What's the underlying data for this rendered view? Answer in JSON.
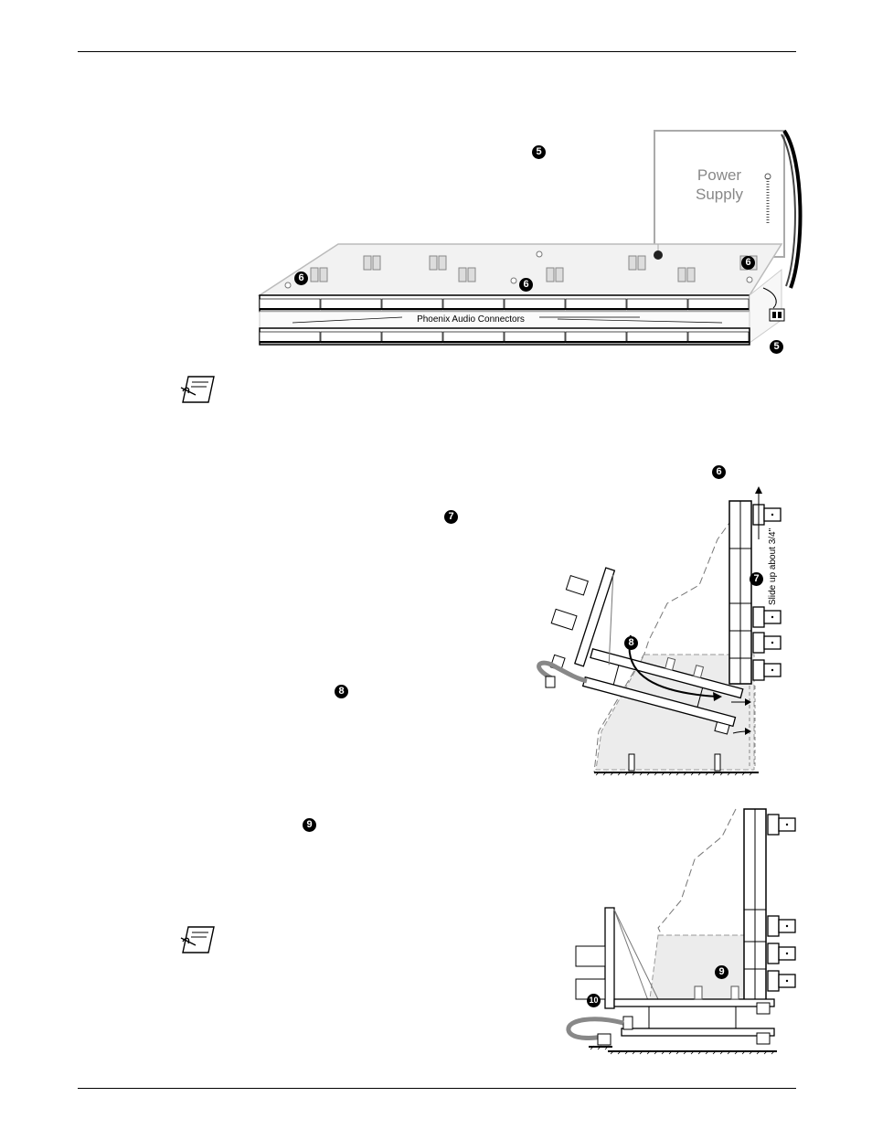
{
  "figure1": {
    "power_supply_line1": "Power",
    "power_supply_line2": "Supply",
    "connectors_label": "Phoenix Audio Connectors"
  },
  "figure2": {
    "slide_label": "Slide up about 3/4\""
  },
  "callouts": {
    "c5": "5",
    "c6": "6",
    "c7": "7",
    "c8": "8",
    "c9": "9",
    "c10": "10"
  }
}
